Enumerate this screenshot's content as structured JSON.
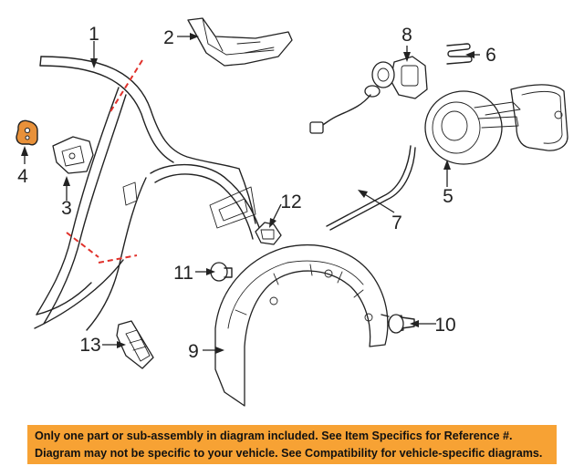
{
  "callouts": {
    "c1": "1",
    "c2": "2",
    "c3": "3",
    "c4": "4",
    "c5": "5",
    "c6": "6",
    "c7": "7",
    "c8": "8",
    "c9": "9",
    "c10": "10",
    "c11": "11",
    "c12": "12",
    "c13": "13"
  },
  "colors": {
    "highlight_part": "#e8913a",
    "cut_line": "#e0312b",
    "notice_bg": "#f7a234"
  },
  "highlighted_callout": "4",
  "notice": {
    "line1": "Only one part or sub-assembly in diagram included. See Item Specifics for Reference #.",
    "line2": "Diagram may not be specific to your vehicle. See Compatibility for vehicle-specific diagrams."
  }
}
